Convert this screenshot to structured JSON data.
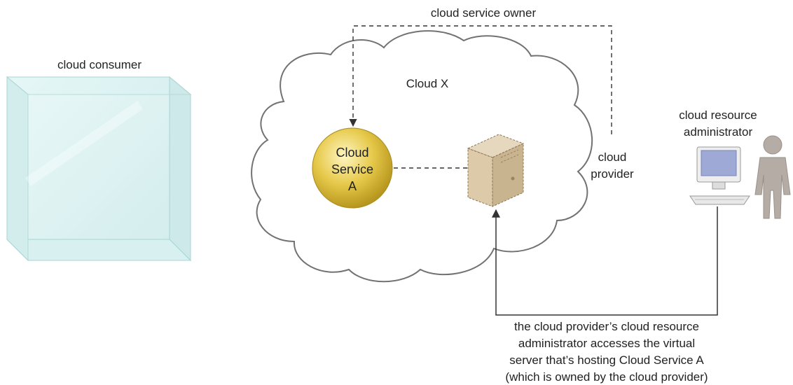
{
  "labels": {
    "cloud_consumer": "cloud consumer",
    "cloud_service_owner": "cloud service owner",
    "cloud_x": "Cloud X",
    "cloud_service": [
      "Cloud",
      "Service",
      "A"
    ],
    "cloud_provider": [
      "cloud",
      "provider"
    ],
    "cloud_resource_administrator": [
      "cloud resource",
      "administrator"
    ],
    "caption": [
      "the cloud provider’s cloud resource",
      "administrator accesses the virtual",
      "server that’s hosting Cloud Service A",
      "(which is owned by the cloud provider)"
    ]
  },
  "icons": {
    "consumer": "glass-cube-icon",
    "service": "cloud-service-sphere-icon",
    "server": "virtual-server-icon",
    "workstation": "computer-workstation-icon",
    "person": "person-icon"
  },
  "colors": {
    "cube_face": "#d8f0f0",
    "cube_edge": "#9cc9c9",
    "sphere": "#e6c94a",
    "server": "#d9c7a8",
    "person": "#b5aca5",
    "line": "#333333",
    "cloud_outline": "#6f6f6f"
  }
}
